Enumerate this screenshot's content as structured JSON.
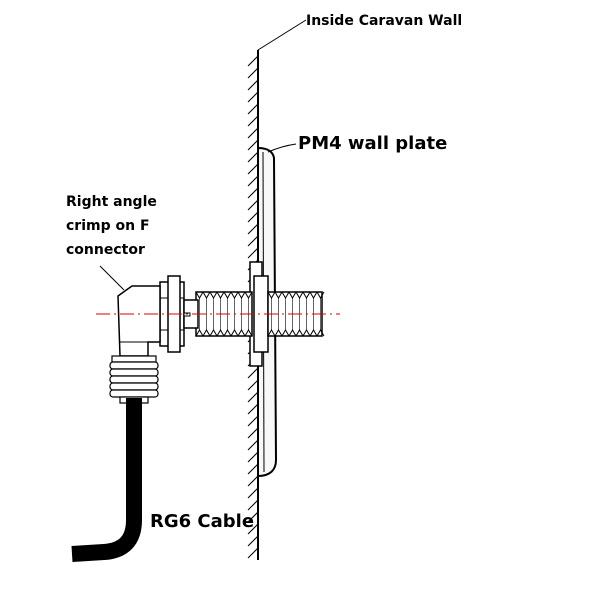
{
  "labels": {
    "wall": "Inside Caravan Wall",
    "plate": "PM4 wall plate",
    "connector_line1": "Right angle",
    "connector_line2": "crimp on F",
    "connector_line3": "connector",
    "cable": "RG6 Cable"
  },
  "colors": {
    "stroke": "#000000",
    "plate_fill": "#f8f8f8",
    "centerline": "#e00000",
    "cable": "#000000"
  }
}
